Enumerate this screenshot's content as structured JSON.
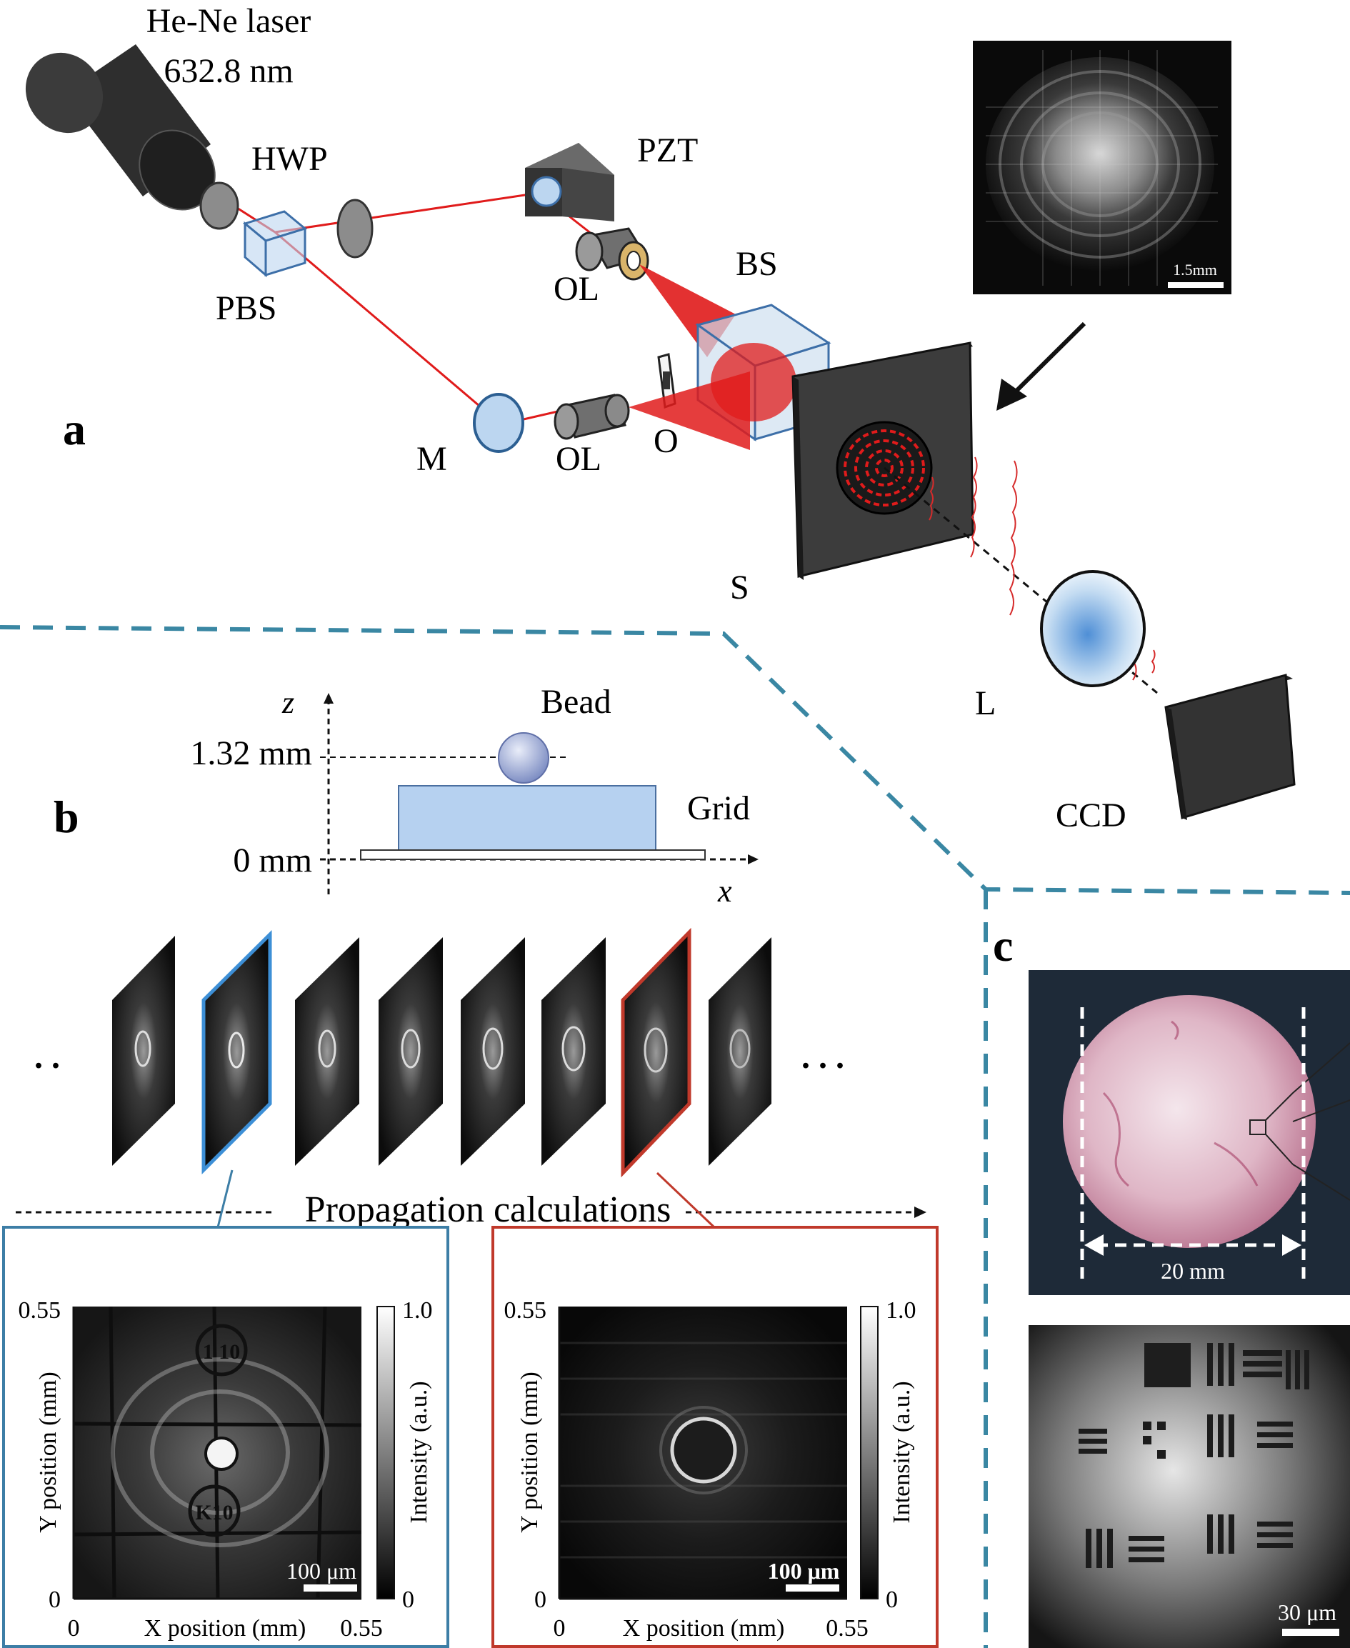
{
  "panel_a": {
    "label": "a",
    "laser_name": "He-Ne laser",
    "laser_wavelength": "632.8 nm",
    "components": {
      "hwp": "HWP",
      "pbs": "PBS",
      "pzt": "PZT",
      "ol_top": "OL",
      "bs": "BS",
      "m": "M",
      "ol_bottom": "OL",
      "o": "O",
      "s": "S",
      "l": "L",
      "ccd": "CCD"
    },
    "inset_scale": "1.5mm"
  },
  "panel_b": {
    "label": "b",
    "z_axis": "z",
    "x_axis": "x",
    "height_top": "1.32 mm",
    "height_zero": "0 mm",
    "bead": "Bead",
    "grid": "Grid",
    "ellipsis_left": ". .",
    "ellipsis_right": ". . .",
    "propagation": "Propagation calculations",
    "plots": [
      {
        "frame_color": "#3d7ea6",
        "y_top": "0.55",
        "y_bottom": "0",
        "x_left": "0",
        "x_right": "0.55",
        "xlabel": "X position (mm)",
        "ylabel": "Y position (mm)",
        "cbar_top": "1.0",
        "cbar_bottom": "0",
        "cbar_label": "Intensity (a.u.)",
        "scale": "100 μm",
        "marks": [
          "1 10",
          "K10"
        ]
      },
      {
        "frame_color": "#c0392b",
        "y_top": "0.55",
        "y_bottom": "0",
        "x_left": "0",
        "x_right": "0.55",
        "xlabel": "X position (mm)",
        "ylabel": "Y position (mm)",
        "cbar_top": "1.0",
        "cbar_bottom": "0",
        "cbar_label": "Intensity (a.u.)",
        "scale": "100 μm"
      }
    ]
  },
  "panel_c": {
    "label": "c",
    "photo_scale": "20 mm",
    "hologram_scale": "30 μm"
  },
  "colors": {
    "beam": "#e01b1b",
    "divider": "#3a87a3",
    "optic_blue": "#a9cdee",
    "dark_housing": "#3a3a3a"
  }
}
